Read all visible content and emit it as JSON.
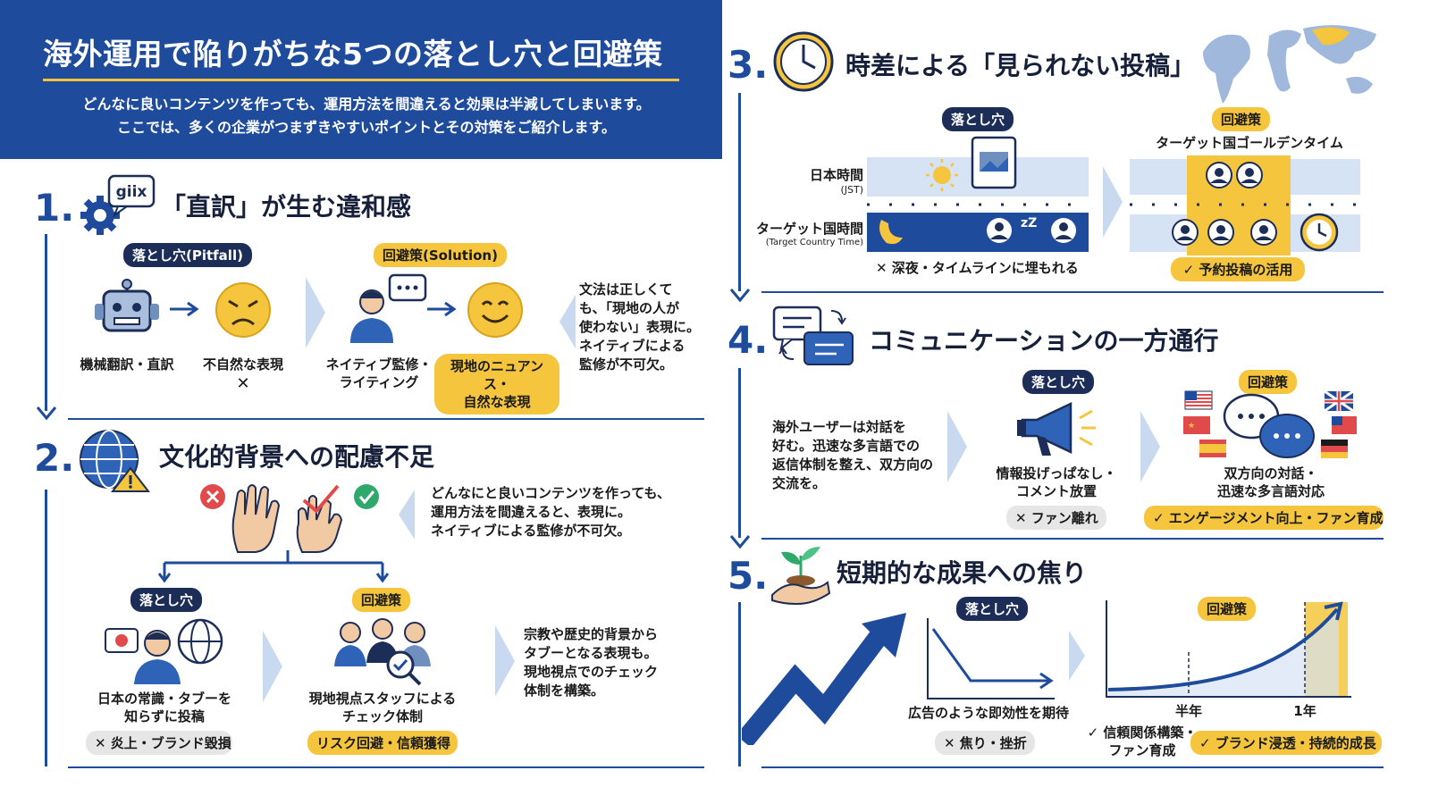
{
  "header": {
    "title": "海外運用で陥りがちな5つの落とし穴と回避策",
    "subtitle_1": "どんなに良いコンテンツを作っても、運用方法を間違えると効果は半減してしまいます。",
    "subtitle_2": "ここでは、多くの企業がつまずきやすいポイントとその対策をご紹介します。"
  },
  "sec1": {
    "num": "1.",
    "title": "「直訳」が生む違和感",
    "bubble": "giix",
    "pitfall_label": "落とし穴(Pitfall)",
    "solution_label": "回避策(Solution)",
    "step1": "機械翻訳・直訳",
    "step2": "不自然な表現",
    "step2_mark": "✕",
    "step3": "ネイティブ監修・\nライティング",
    "step4": "現地のニュアンス・\n自然な表現",
    "desc": "文法は正しくて\nも、「現地の人が\n使わない」表現に。\nネイティブによる\n監修が不可欠。"
  },
  "sec2": {
    "num": "2.",
    "title": "文化的背景への配慮不足",
    "desc_top": "どんなにと良いコンテンツを作っても、\n運用方法を間違えると、表現に。\nネイティブによる監修が不可欠。",
    "pitfall_label": "落とし穴",
    "solution_label": "回避策",
    "pitfall_text": "日本の常識・タブーを\n知らずに投稿",
    "pitfall_result": "✕ 炎上・ブランド毀損",
    "solution_text": "現地視点スタッフによる\nチェック体制",
    "solution_result": "リスク回避・信頼獲得",
    "desc_bottom": "宗教や歴史的背景から\nタブーとなる表現も。\n現地視点でのチェック\n体制を構築。"
  },
  "sec3": {
    "num": "3.",
    "title": "時差による「見られない投稿」",
    "pitfall_label": "落とし穴",
    "solution_label": "回避策",
    "jst_label": "日本時間",
    "jst_sub": "(JST)",
    "target_label": "ターゲット国時間",
    "target_sub": "(Target Country Time)",
    "golden": "ターゲット国ゴールデンタイム",
    "pitfall_result": "✕ 深夜・タイムラインに埋もれる",
    "solution_result": "✓ 予約投稿の活用"
  },
  "sec4": {
    "num": "4.",
    "title": "コミュニケーションの一方通行",
    "desc": "海外ユーザーは対話を\n好む。迅速な多言語での\n返信体制を整え、双方向の\n交流を。",
    "pitfall_label": "落とし穴",
    "solution_label": "回避策",
    "pitfall_text": "情報投げっぱなし・\nコメント放置",
    "pitfall_result": "✕ ファン離れ",
    "solution_text": "双方向の対話・\n迅速な多言語対応",
    "solution_result": "✓ エンゲージメント向上・ファン育成"
  },
  "sec5": {
    "num": "5.",
    "title": "短期的な成果への焦り",
    "pitfall_label": "落とし穴",
    "solution_label": "回避策",
    "pitfall_text": "広告のような即効性を期待",
    "pitfall_result": "✕ 焦り・挫折",
    "tick_half": "半年",
    "tick_year": "1年",
    "solution_text": "✓ 信頼関係構築・\nファン育成",
    "solution_result": "✓ ブランド浸透・持続的成長"
  },
  "colors": {
    "navy": "#1f4b9c",
    "dark": "#1c2d57",
    "yellow": "#f4c53d",
    "light": "#c9daf0"
  }
}
